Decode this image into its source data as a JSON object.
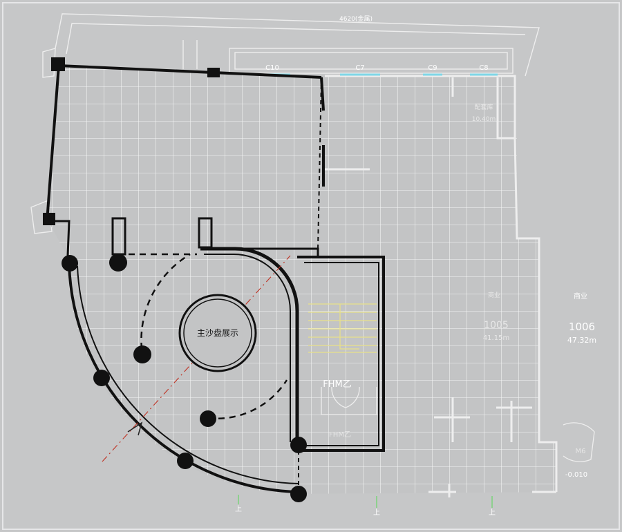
{
  "plan": {
    "top_dimension_label": "4620(金属)",
    "window_tags": [
      "C10",
      "C7",
      "C9",
      "C8"
    ],
    "center_label": "主沙盘展示",
    "stair_label": "FHM乙",
    "room_1006_name": "商业",
    "room_1006_number": "1006",
    "room_1006_area": "47.32m",
    "room_1005_number": "1005",
    "room_1005_area": "41.15m",
    "room_1005_name": "商业",
    "upper_right_room_name": "配套库",
    "upper_right_room_area": "10.40m",
    "elevation_label": "-0.010",
    "door_tag": "M6",
    "lower_door_tag": "FHM乙",
    "up_marks": [
      "上",
      "上",
      "上"
    ]
  },
  "colors": {
    "background": "#c6c7c8",
    "grid": "#ffffff",
    "wall": "#111111",
    "outline_light": "#e8e8ea",
    "accent_red": "#c0392b",
    "stair_yellow": "#e8e08a",
    "window_cyan": "#7fd6e6"
  }
}
